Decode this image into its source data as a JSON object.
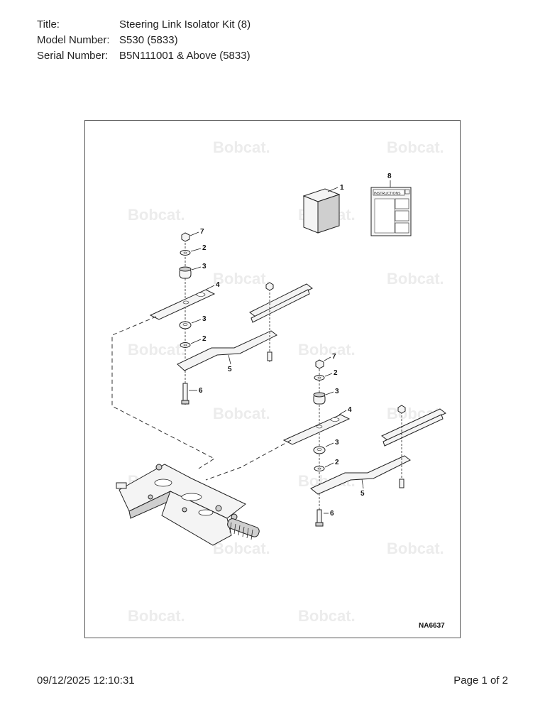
{
  "header": {
    "title_label": "Title:",
    "title_value": "Steering Link Isolator Kit (8)",
    "model_label": "Model Number:",
    "model_value": "S530 (5833)",
    "serial_label": "Serial Number:",
    "serial_value": "B5N111001 & Above (5833)"
  },
  "diagram": {
    "watermark_text": "Bobcat.",
    "instructions_label": "INSTRUCTIONS",
    "figure_code": "NA6637",
    "callouts": {
      "c1": "1",
      "c8": "8",
      "c7a": "7",
      "c2a": "2",
      "c3a": "3",
      "c4a": "4",
      "c3b": "3",
      "c2b": "2",
      "c5a": "5",
      "c6a": "6",
      "c7b": "7",
      "c2c": "2",
      "c3c": "3",
      "c4b": "4",
      "c3d": "3",
      "c2d": "2",
      "c5b": "5",
      "c6b": "6"
    }
  },
  "footer": {
    "timestamp": "09/12/2025 12:10:31",
    "page": "Page 1 of 2"
  }
}
